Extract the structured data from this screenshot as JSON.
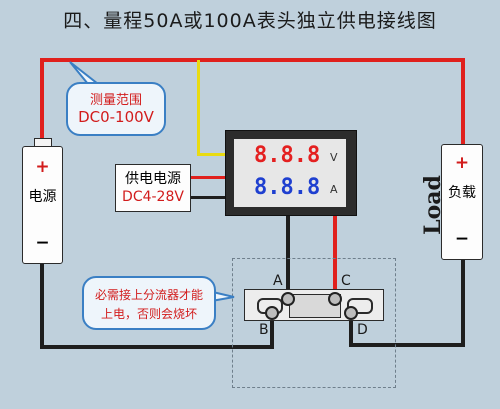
{
  "title": "四、量程50A或100A表头独立供电接线图",
  "range_bubble": {
    "label": "测量范围",
    "value": "DC0-100V"
  },
  "supply": {
    "label": "供电电源",
    "value": "DC4-28V"
  },
  "power_source": {
    "plus": "+",
    "label": "电源",
    "minus": "−"
  },
  "load": {
    "plus": "+",
    "label": "负载",
    "minus": "−",
    "english_label": "Load"
  },
  "meter": {
    "voltage_digits": "8.8.8",
    "voltage_unit": "V",
    "current_digits": "8.8.8",
    "current_unit": "A"
  },
  "warning": {
    "line1": "必需接上分流器才能",
    "line2": "上电，否则会烧坏"
  },
  "terminals": {
    "a": "A",
    "b": "B",
    "c": "C",
    "d": "D"
  },
  "colors": {
    "background": "#bfd0dc",
    "positive_wire": "#e0201d",
    "negative_wire": "#1e1e1e",
    "signal_wire": "#e9db12",
    "voltage_digits": "#e42020",
    "current_digits": "#1e3fd0",
    "bubble_border": "#3a7fc4"
  }
}
